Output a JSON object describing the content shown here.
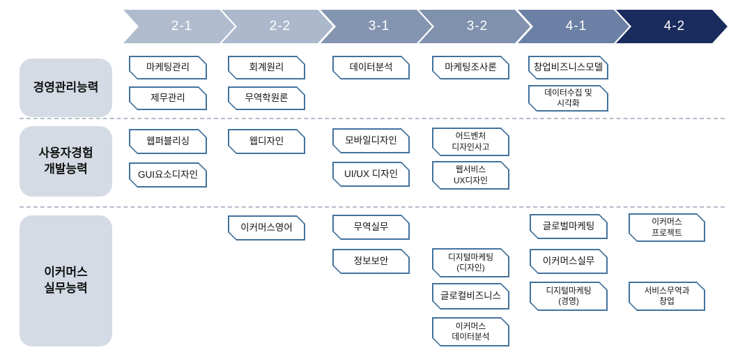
{
  "palette": {
    "box_border": "#41719C",
    "category_bg": "#D5DBE5",
    "divider": "#9AA6B8",
    "chevron_text": "#FFFFFF",
    "chevron_colors": [
      "#B0BBCE",
      "#ACB8CB",
      "#8495B1",
      "#8091AE",
      "#6B80A4",
      "#1A2C5E"
    ],
    "text": "#1A1A1A"
  },
  "semesters": [
    {
      "label": "2-1",
      "color": "#B0BBCE"
    },
    {
      "label": "2-2",
      "color": "#ACB8CB"
    },
    {
      "label": "3-1",
      "color": "#8495B1"
    },
    {
      "label": "3-2",
      "color": "#8091AE"
    },
    {
      "label": "4-1",
      "color": "#6B80A4"
    },
    {
      "label": "4-2",
      "color": "#1A2C5E"
    }
  ],
  "categories": [
    {
      "label": "경영관리능력"
    },
    {
      "label": "사용자경험\n개발능력"
    },
    {
      "label": "이커머스\n실무능력"
    }
  ],
  "courses": [
    {
      "label": "마케팅관리"
    },
    {
      "label": "회계원리"
    },
    {
      "label": "데이터분석"
    },
    {
      "label": "마케팅조사론"
    },
    {
      "label": "창업비즈니스모델"
    },
    {
      "label": "제무관리"
    },
    {
      "label": "무역학원론"
    },
    {
      "label": "데이터수집 및\n시각화"
    },
    {
      "label": "웹퍼블리싱"
    },
    {
      "label": "웹디자인"
    },
    {
      "label": "모바일디자인"
    },
    {
      "label": "어드벤처\n디자인사고"
    },
    {
      "label": "GUI요소디자인"
    },
    {
      "label": "UI/UX 디자인"
    },
    {
      "label": "웹서비스\nUX디자인"
    },
    {
      "label": "이커머스영어"
    },
    {
      "label": "무역실무"
    },
    {
      "label": "글로벌마케팅"
    },
    {
      "label": "이커머스\n프로젝트"
    },
    {
      "label": "정보보안"
    },
    {
      "label": "디지털마케팅\n(디자인)"
    },
    {
      "label": "이커머스실무"
    },
    {
      "label": "글로컬비즈니스"
    },
    {
      "label": "디지털마케팅\n(경영)"
    },
    {
      "label": "서비스무역과\n창업"
    },
    {
      "label": "이커머스\n데이터분석"
    }
  ]
}
